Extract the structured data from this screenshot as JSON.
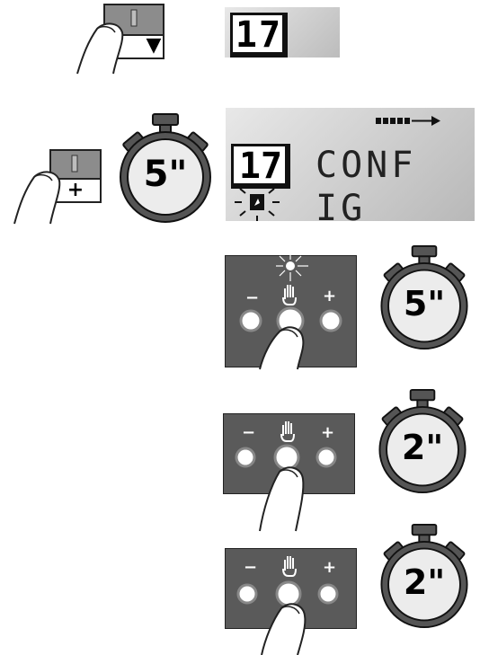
{
  "step1": {
    "lcd_number": "17",
    "key_symbol": "▼"
  },
  "step2": {
    "lcd_number": "17",
    "lcd_text": "CONF IG",
    "key_symbol": "+",
    "timer_label": "5\""
  },
  "panels": [
    {
      "minus": "−",
      "plus": "+",
      "timer_label": "5\""
    },
    {
      "minus": "−",
      "plus": "+",
      "timer_label": "2\""
    },
    {
      "minus": "−",
      "plus": "+",
      "timer_label": "2\""
    }
  ],
  "colors": {
    "panel_bg": "#5a5a5a",
    "lcd_bg": "#d6d6d6",
    "key_dark": "#8c8c8c"
  }
}
